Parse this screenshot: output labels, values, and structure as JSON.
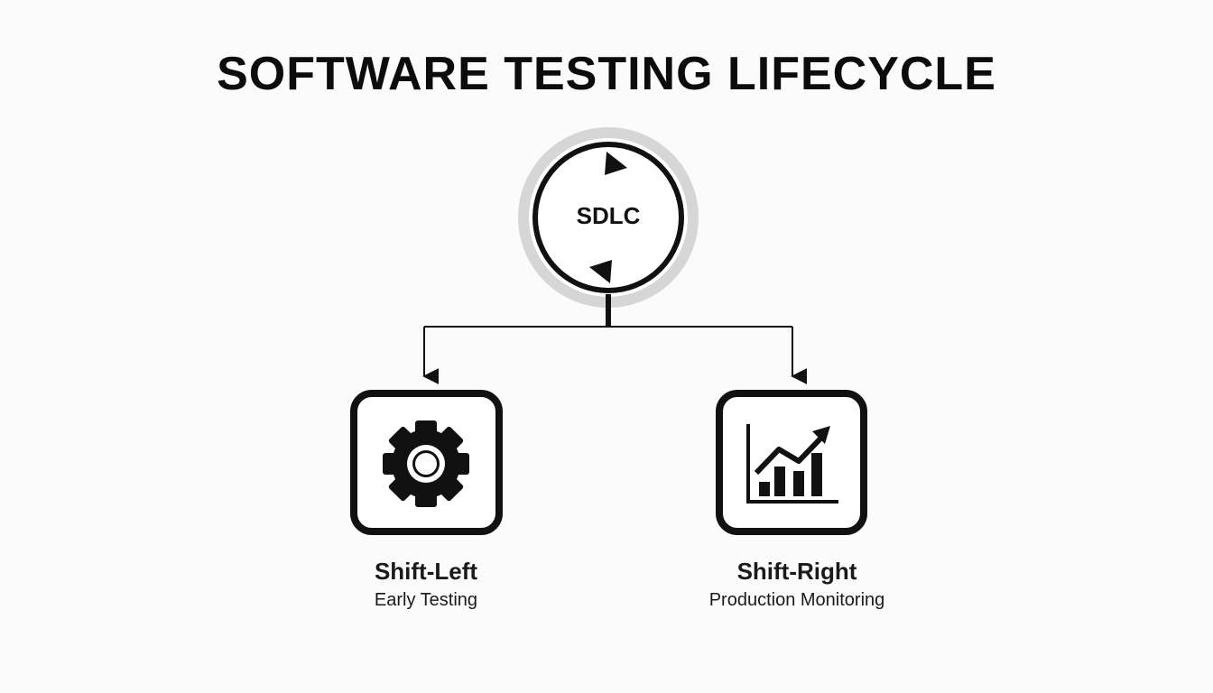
{
  "title": "SOFTWARE TESTING LIFECYCLE",
  "hub": {
    "label": "SDLC",
    "icon": "cycle-arrows-icon"
  },
  "branches": [
    {
      "title": "Shift-Left",
      "subtitle": "Early Testing",
      "icon": "gear-icon"
    },
    {
      "title": "Shift-Right",
      "subtitle": "Production Monitoring",
      "icon": "growth-chart-icon"
    }
  ],
  "colors": {
    "background": "#fbfbfb",
    "stroke": "#111111",
    "halo": "#d6d6d6"
  }
}
